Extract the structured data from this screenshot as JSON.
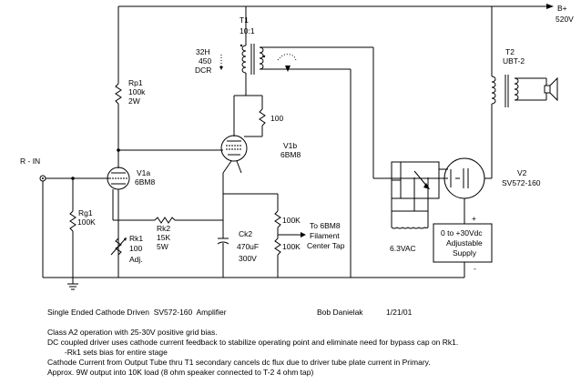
{
  "supply": {
    "label": "B+",
    "voltage": "520V"
  },
  "transformer_t1": {
    "name": "T1",
    "ratio": "10:1",
    "inductance": "32H",
    "current": "450",
    "dcr": "DCR"
  },
  "transformer_t2": {
    "name": "T2",
    "type": "UBT-2"
  },
  "rp1": {
    "name": "Rp1",
    "value": "100k",
    "power": "2W"
  },
  "grid_resistor": {
    "value": "100"
  },
  "v1b": {
    "name": "V1b",
    "type": "6BM8"
  },
  "v1a": {
    "name": "V1a",
    "type": "6BM8"
  },
  "input": {
    "label": "R - IN"
  },
  "rg1": {
    "name": "Rg1",
    "value": "100K"
  },
  "rk1": {
    "name": "Rk1",
    "value": "100",
    "note": "Adj."
  },
  "rk2": {
    "name": "Rk2",
    "value": "15K",
    "power": "5W"
  },
  "ck2": {
    "name": "Ck2",
    "value": "470uF",
    "voltage": "300V"
  },
  "divider": {
    "r_top": "100K",
    "r_bottom": "100K",
    "note_lines": [
      "To 6BM8",
      "Filament",
      "Center Tap"
    ]
  },
  "heater": {
    "voltage": "6.3VAC"
  },
  "v2": {
    "name": "V2",
    "type": "SV572-160"
  },
  "bias_supply": {
    "lines": [
      "0 to +30Vdc",
      "Adjustable",
      "Supply"
    ],
    "plus": "+",
    "minus": "-"
  },
  "title": {
    "text": "Single Ended Cathode Driven  SV572-160  Amplifier",
    "author": "Bob Danielak",
    "date": "1/21/01"
  },
  "notes": [
    "Class A2 operation with 25-30V positive grid bias.",
    "DC coupled driver uses cathode current feedback to stabilize operating point and eliminate need for bypass cap on Rk1.",
    "        -Rk1 sets bias for entire stage",
    "Cathode Current from Output Tube thru T1 secondary cancels dc flux due to driver tube plate current in Primary.",
    "Approx. 9W output into 10K load (8 ohm speaker connected to T-2 4 ohm tap)"
  ]
}
